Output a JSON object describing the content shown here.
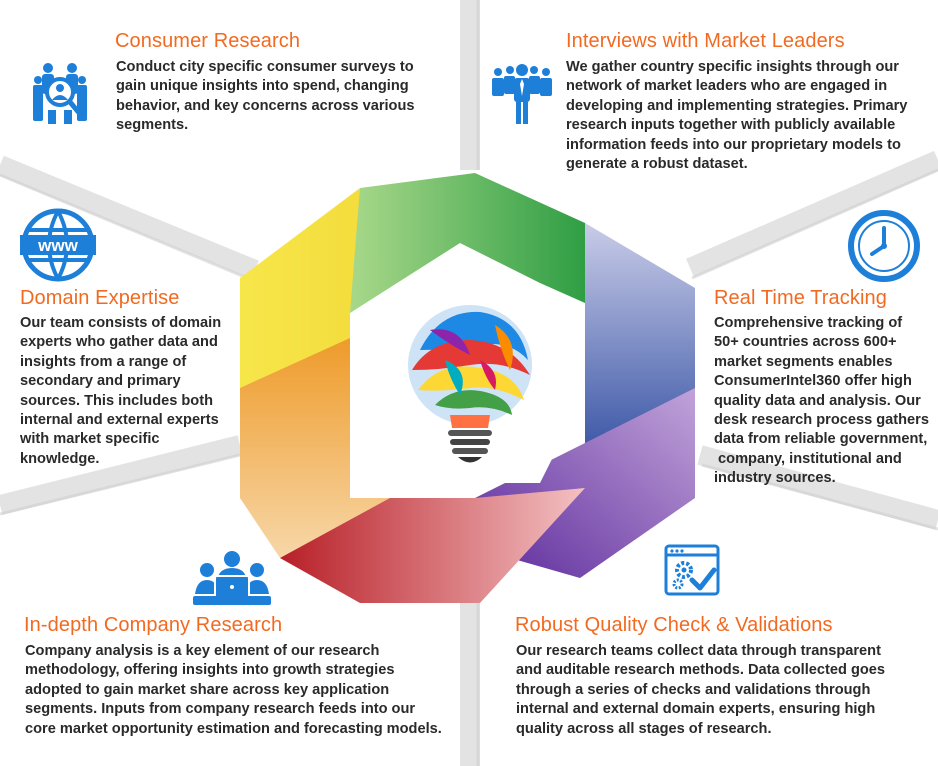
{
  "sections": {
    "consumer_research": {
      "title": "Consumer Research",
      "lines": [
        "Conduct city specific consumer surveys to",
        "gain unique insights into spend, changing",
        "behavior, and key concerns across various",
        "segments."
      ],
      "icon": "people-search-icon"
    },
    "interviews": {
      "title": "Interviews with Market Leaders",
      "lines": [
        "We gather country specific insights through our",
        "network of market leaders who are engaged in",
        "developing and implementing strategies. Primary",
        "research inputs together with publicly available",
        "information feeds into our proprietary models to",
        "generate a robust dataset."
      ],
      "icon": "team-leader-icon"
    },
    "domain_expertise": {
      "title": "Domain Expertise",
      "lines": [
        "Our team consists of domain",
        "experts who gather data and",
        "insights from a range of",
        "secondary and primary",
        "sources. This includes both",
        "internal and external experts",
        "with market specific",
        "knowledge."
      ],
      "icon": "globe-www-icon",
      "icon_text": "www"
    },
    "real_time_tracking": {
      "title": "Real Time Tracking",
      "lines": [
        "Comprehensive tracking of",
        "50+ countries across 600+",
        "market segments enables",
        "ConsumerIntel360 offer high",
        "quality data and analysis. Our",
        "desk research process gathers",
        "data from reliable government,",
        " company, institutional and",
        "industry sources."
      ],
      "icon": "clock-icon"
    },
    "company_research": {
      "title": "In-depth Company Research",
      "lines": [
        "Company analysis is a key element of our research",
        "methodology, offering insights into growth strategies",
        "adopted to gain market share across key application",
        "segments. Inputs from company research feeds into our",
        "core market opportunity estimation and forecasting models."
      ],
      "icon": "meeting-laptop-icon"
    },
    "quality_check": {
      "title": "Robust Quality Check & Validations",
      "lines": [
        "Our research teams collect data through transparent",
        "and auditable research methods. Data collected goes",
        "through a series of checks and validations through",
        "internal and external domain experts, ensuring high",
        "quality across all stages of research."
      ],
      "icon": "settings-check-icon"
    }
  },
  "center": {
    "icon": "colorful-lightbulb-icon"
  },
  "colors": {
    "title": "#f26a21",
    "body": "#2a2a2a",
    "icon_blue": "#1d7fd8",
    "ring_yellow": "#f3e03a",
    "ring_green": "#48b04a",
    "ring_blue": "#2f4fa3",
    "ring_purple": "#7b3bb0",
    "ring_red": "#c8252c",
    "ring_orange": "#f0a030"
  }
}
